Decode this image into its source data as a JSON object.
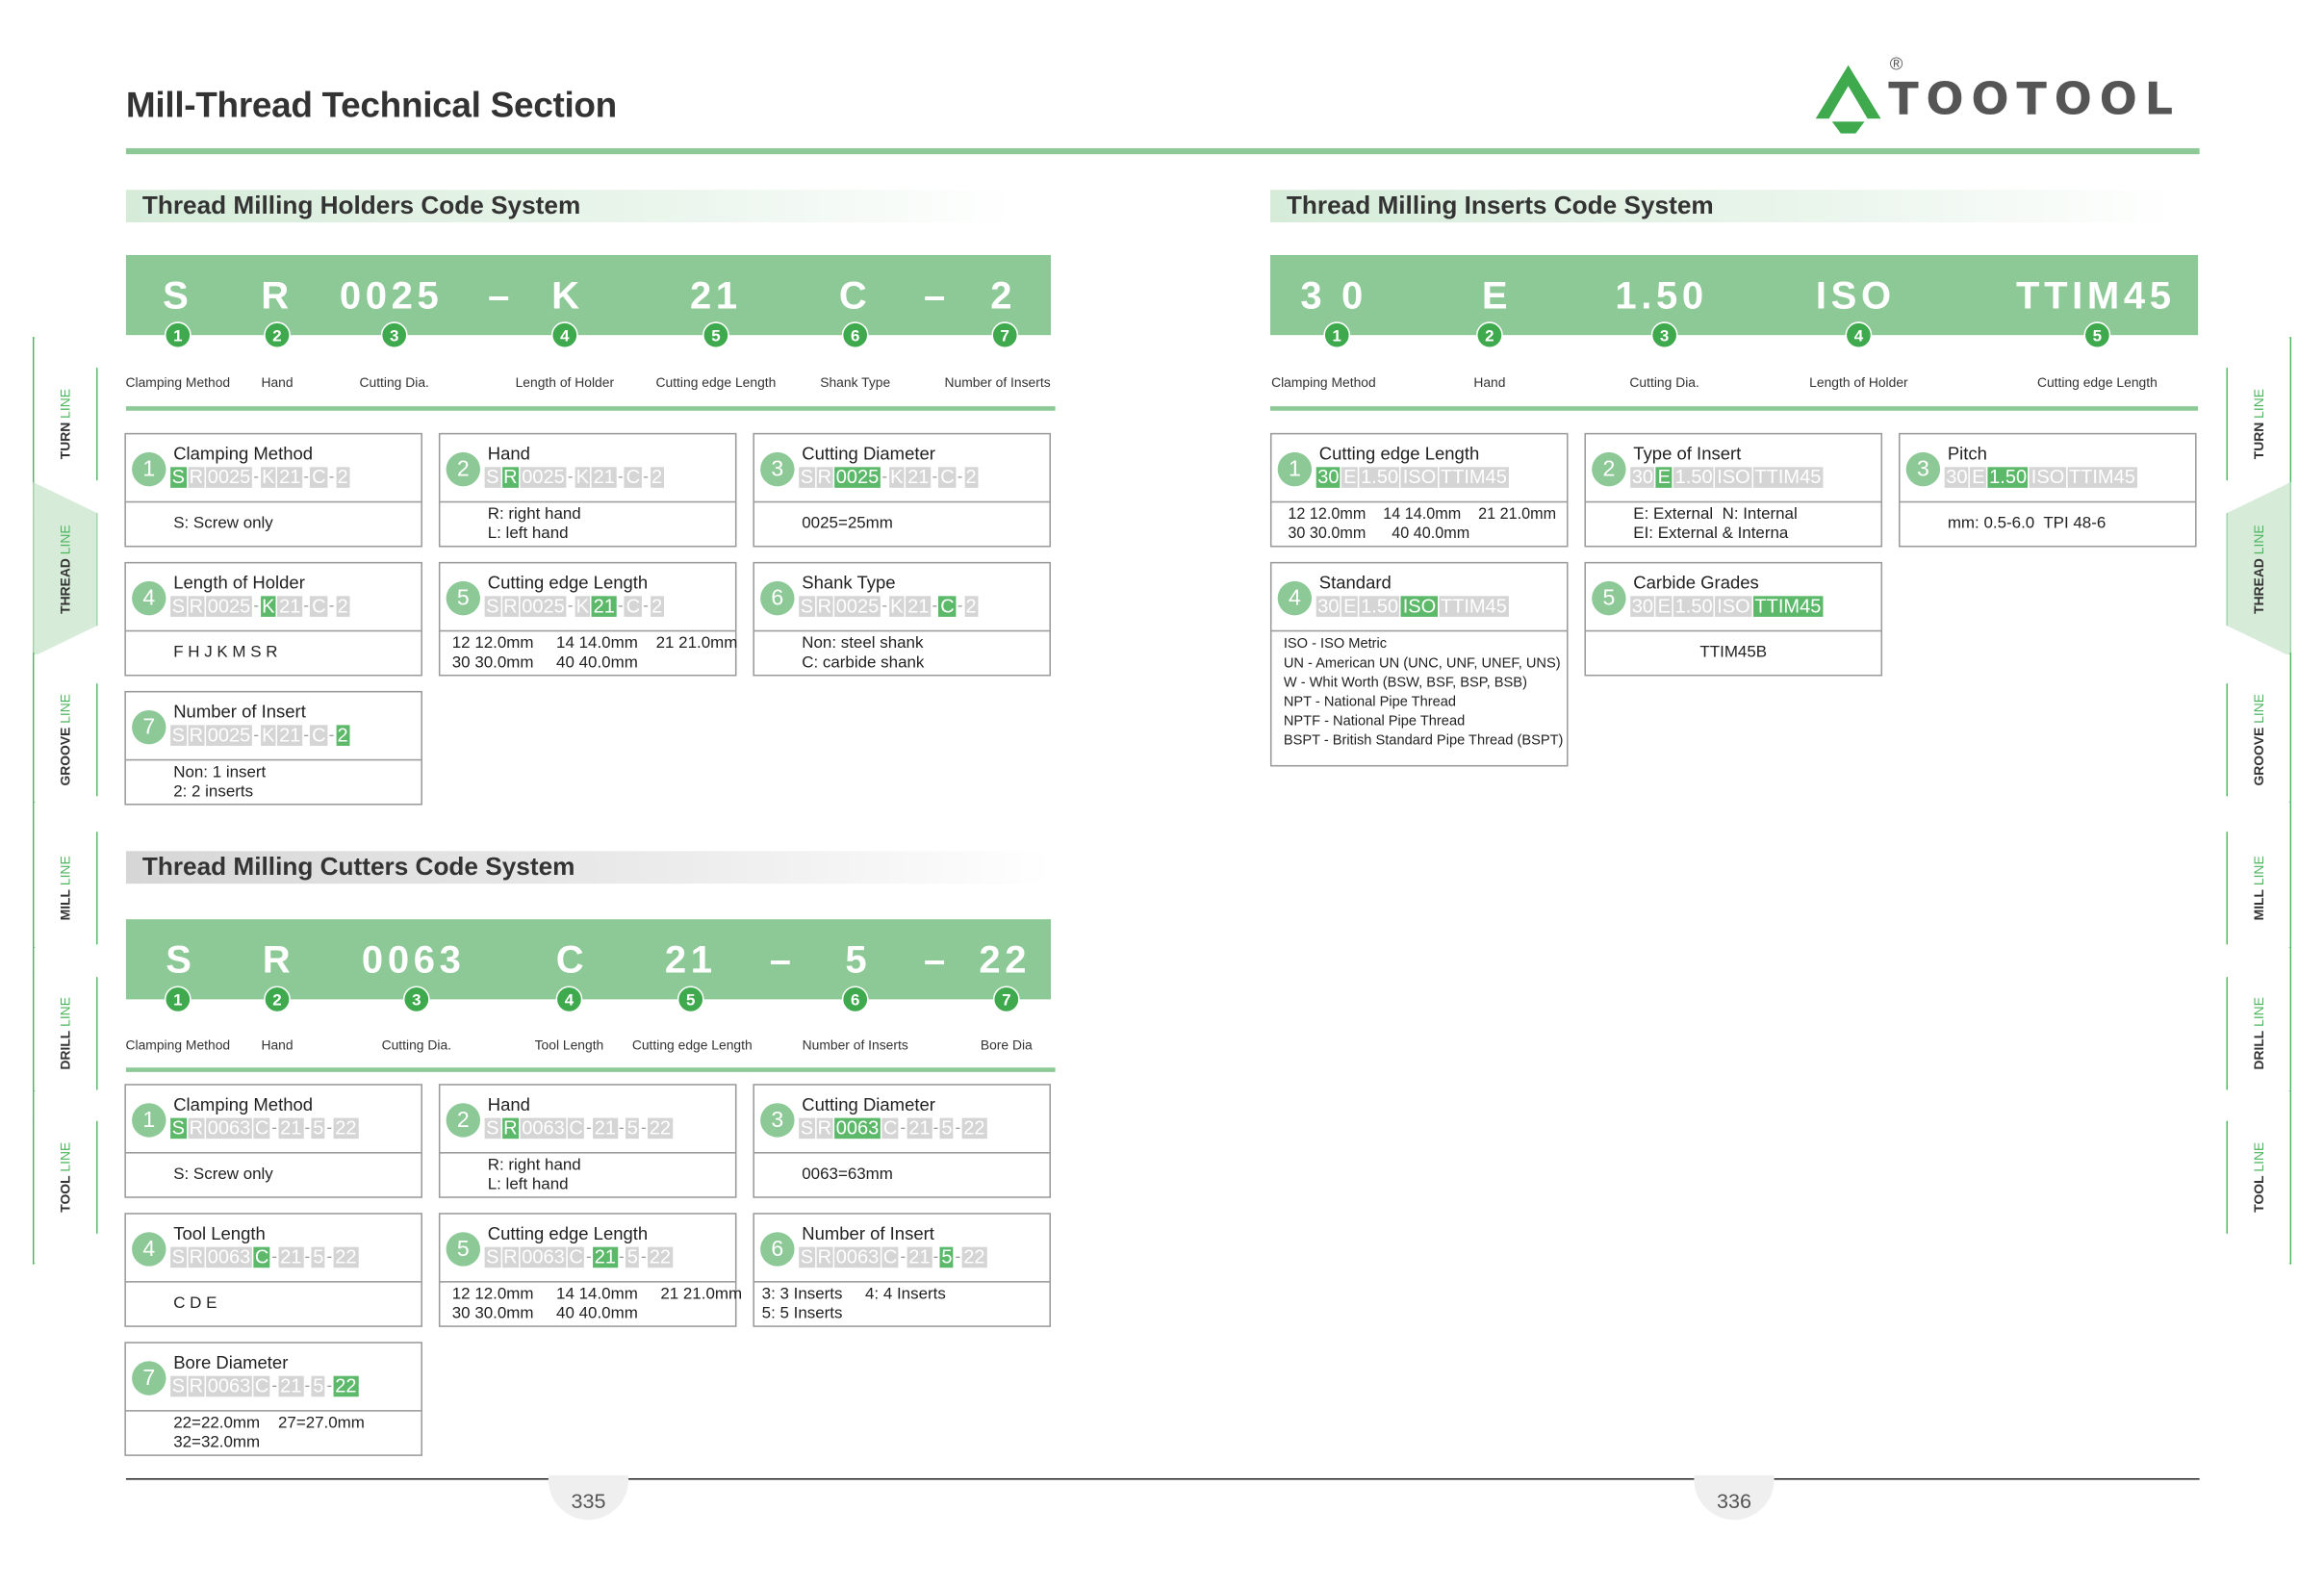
{
  "page_title": "Mill-Thread Technical Section",
  "brand": {
    "name": "TOOTOOL",
    "registered": "®",
    "accent": "#8cc996",
    "dark_accent": "#3fa94d"
  },
  "side_tabs": [
    {
      "main": "TURN",
      "suffix": " LINE"
    },
    {
      "main": "THREAD",
      "suffix": " LINE"
    },
    {
      "main": "GROOVE",
      "suffix": " LINE"
    },
    {
      "main": "MILL",
      "suffix": " LINE"
    },
    {
      "main": "DRILL",
      "suffix": " LINE"
    },
    {
      "main": "TOOL",
      "suffix": " LINE"
    }
  ],
  "holders": {
    "title": "Thread Milling Holders Code System",
    "segments": [
      "S",
      "R",
      "0025",
      "–",
      "K",
      "21",
      "C",
      "–",
      "2"
    ],
    "nums": [
      "1",
      "2",
      "3",
      "4",
      "5",
      "6",
      "7"
    ],
    "labels": [
      "Clamping Method",
      "Hand",
      "Cutting Dia.",
      "Length of Holder",
      "Cutting edge Length",
      "Shank Type",
      "Number of Inserts"
    ],
    "chips": [
      "S",
      "R",
      "0025",
      "K",
      "21",
      "C",
      "2"
    ],
    "boxes": [
      {
        "num": "1",
        "title": "Clamping Method",
        "desc": "S: Screw only"
      },
      {
        "num": "2",
        "title": "Hand",
        "desc": "R: right hand\nL: left hand"
      },
      {
        "num": "3",
        "title": "Cutting Diameter",
        "desc": "0025=25mm"
      },
      {
        "num": "4",
        "title": "Length of Holder",
        "desc": "F H J K M S R"
      },
      {
        "num": "5",
        "title": "Cutting edge Length",
        "desc": "12 12.0mm     14 14.0mm    21 21.0mm\n30 30.0mm     40 40.0mm"
      },
      {
        "num": "6",
        "title": "Shank Type",
        "desc": "Non: steel shank\nC: carbide shank"
      },
      {
        "num": "7",
        "title": "Number of Insert",
        "desc": "Non: 1 insert\n2: 2 inserts"
      }
    ]
  },
  "cutters": {
    "title": "Thread Milling Cutters Code System",
    "segments": [
      "S",
      "R",
      "0063",
      "C",
      "21",
      "–",
      "5",
      "–",
      "22"
    ],
    "nums": [
      "1",
      "2",
      "3",
      "4",
      "5",
      "6",
      "7"
    ],
    "labels": [
      "Clamping Method",
      "Hand",
      "Cutting Dia.",
      "Tool Length",
      "Cutting edge Length",
      "Number of Inserts",
      "Bore Dia"
    ],
    "chips": [
      "S",
      "R",
      "0063",
      "C",
      "21",
      "5",
      "22"
    ],
    "boxes": [
      {
        "num": "1",
        "title": "Clamping Method",
        "desc": "S: Screw only"
      },
      {
        "num": "2",
        "title": "Hand",
        "desc": "R: right hand\nL: left hand"
      },
      {
        "num": "3",
        "title": "Cutting Diameter",
        "desc": "0063=63mm"
      },
      {
        "num": "4",
        "title": "Tool Length",
        "desc": "C D E"
      },
      {
        "num": "5",
        "title": "Cutting edge Length",
        "desc": "12 12.0mm     14 14.0mm     21 21.0mm\n30 30.0mm     40 40.0mm"
      },
      {
        "num": "6",
        "title": "Number of Insert",
        "desc": "3: 3 Inserts     4: 4 Inserts\n5: 5 Inserts"
      },
      {
        "num": "7",
        "title": "Bore Diameter",
        "desc": "22=22.0mm    27=27.0mm\n32=32.0mm"
      }
    ]
  },
  "inserts": {
    "title": "Thread Milling Inserts Code System",
    "segments": [
      "3 0",
      "E",
      "1.50",
      "ISO",
      "TTIM45"
    ],
    "nums": [
      "1",
      "2",
      "3",
      "4",
      "5"
    ],
    "labels": [
      "Clamping Method",
      "Hand",
      "Cutting Dia.",
      "Length of Holder",
      "Cutting edge Length"
    ],
    "chips": [
      "30",
      "E",
      "1.50",
      "ISO",
      "TTIM45"
    ],
    "boxes": [
      {
        "num": "1",
        "title": "Cutting edge Length",
        "desc": "12 12.0mm    14 14.0mm    21 21.0mm\n30 30.0mm      40 40.0mm"
      },
      {
        "num": "2",
        "title": "Type of Insert",
        "desc": "E: External  N: Internal\nEI: External & Interna"
      },
      {
        "num": "3",
        "title": "Pitch",
        "desc": "mm: 0.5-6.0  TPI 48-6"
      },
      {
        "num": "4",
        "title": "Standard",
        "desc": "ISO - ISO Metric\nUN - American UN (UNC, UNF, UNEF, UNS)\nW - Whit Worth (BSW, BSF, BSP, BSB)\nNPT - National Pipe Thread\nNPTF - National Pipe Thread\nBSPT - British Standard Pipe Thread (BSPT)"
      },
      {
        "num": "5",
        "title": "Carbide Grades",
        "desc": "TTIM45B"
      }
    ]
  },
  "page_numbers": {
    "left": "335",
    "right": "336"
  }
}
